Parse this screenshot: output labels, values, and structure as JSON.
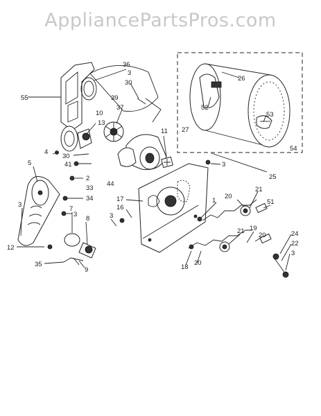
{
  "watermark": "AppliancePartsPros.com",
  "callouts": [
    "55",
    "36",
    "3",
    "30",
    "39",
    "37",
    "10",
    "13",
    "11",
    "4",
    "5",
    "30",
    "41",
    "2",
    "44",
    "33",
    "34",
    "3",
    "7",
    "8",
    "3",
    "12",
    "35",
    "9",
    "26",
    "52",
    "27",
    "53",
    "54",
    "25",
    "3",
    "17",
    "16",
    "3",
    "1",
    "20",
    "21",
    "51",
    "21",
    "19",
    "20",
    "24",
    "22",
    "3",
    "18",
    "20"
  ],
  "group_label": "25"
}
